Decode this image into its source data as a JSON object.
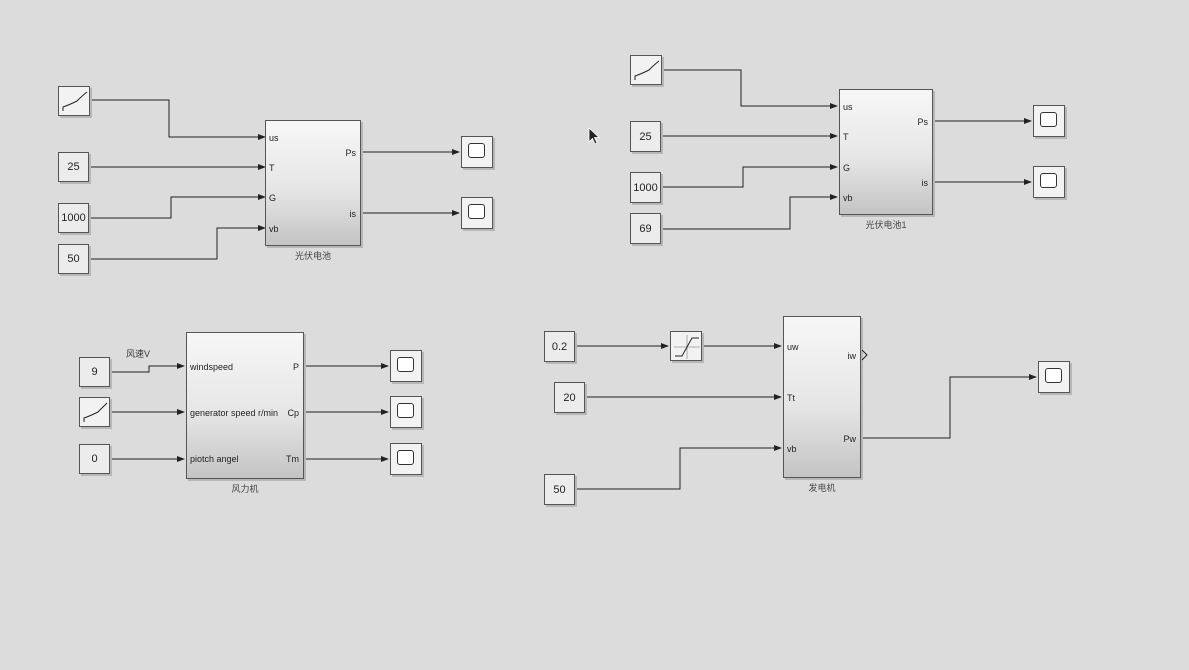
{
  "pv1": {
    "caption": "光伏电池",
    "inputs": [
      "us",
      "T",
      "G",
      "vb"
    ],
    "outputs": [
      "Ps",
      "is"
    ],
    "constants": {
      "T": "25",
      "G": "1000",
      "vb": "50"
    }
  },
  "pv2": {
    "caption": "光伏电池1",
    "inputs": [
      "us",
      "T",
      "G",
      "vb"
    ],
    "outputs": [
      "Ps",
      "is"
    ],
    "constants": {
      "T": "25",
      "G": "1000",
      "vb": "69"
    }
  },
  "wind": {
    "caption": "风力机",
    "inputs": [
      "windspeed",
      "generator speed r/min",
      "piotch angel"
    ],
    "outputs": [
      "P",
      "Cp",
      "Tm"
    ],
    "constants": {
      "windspeed": "9",
      "pitch": "0"
    },
    "signal_label": "风速V"
  },
  "gen": {
    "caption": "发电机",
    "inputs": [
      "uw",
      "Tt",
      "vb"
    ],
    "outputs": [
      "iw",
      "Pw"
    ],
    "constants": {
      "uw": "0.2",
      "Tt": "20",
      "vb": "50"
    }
  },
  "icons": {
    "source": "lookup-curve-source-icon",
    "scope": "scope-icon",
    "saturation": "saturation-icon",
    "cursor": "mouse-pointer-icon"
  },
  "colors": {
    "canvas": "#dcdcdc",
    "wire": "#222222"
  }
}
